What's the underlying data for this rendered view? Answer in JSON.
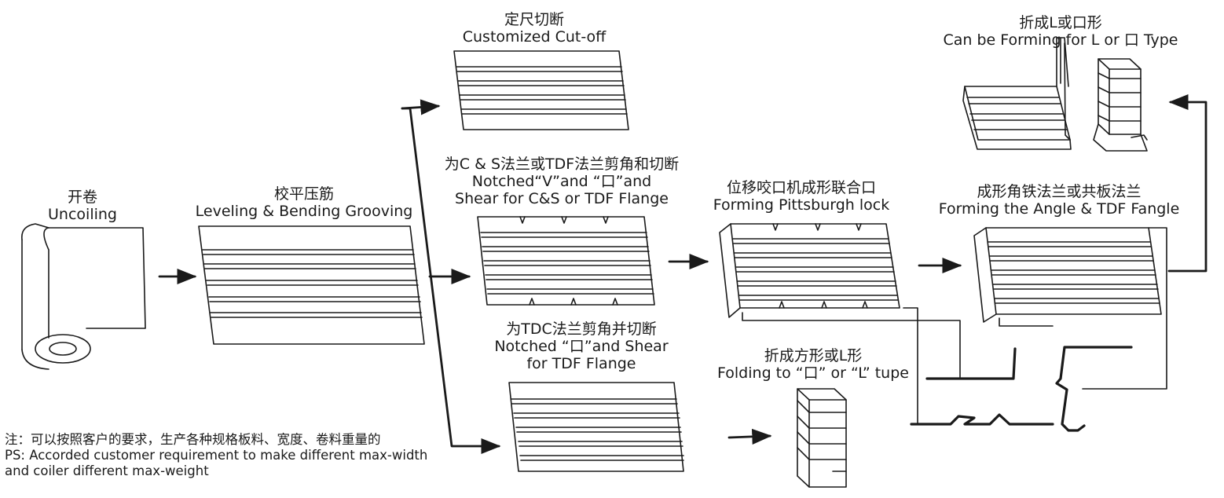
{
  "stages": {
    "uncoiling": {
      "cn": "开卷",
      "en": "Uncoiling"
    },
    "leveling": {
      "cn": "校平压筋",
      "en": "Leveling & Bending Grooving"
    },
    "cutoff": {
      "cn": "定尺切断",
      "en": "Customized Cut-off"
    },
    "notch_cs": {
      "cn": "为C & S法兰或TDF法兰剪角和切断",
      "en1": "Notched“V”and “口”and",
      "en2": "Shear for C&S or TDF Flange"
    },
    "notch_tdc": {
      "cn": "为TDC法兰剪角并切断",
      "en1": "Notched “口”and Shear",
      "en2": "for TDF Flange"
    },
    "pittsburgh": {
      "cn": "位移咬口机成形联合口",
      "en": "Forming Pittsburgh lock"
    },
    "folding": {
      "cn": "折成方形或L形",
      "en": "Folding to “口” or “L” tupe"
    },
    "angle": {
      "cn": "成形角铁法兰或共板法兰",
      "en": "Forming the Angle & TDF Fangle"
    },
    "forming_l": {
      "cn": "折成L或口形",
      "en": "Can be Forming for L or 口 Type"
    }
  },
  "note": {
    "cn": "注：可以按照客户的要求，生产各种规格板料、宽度、卷料重量的",
    "en1": "PS: Accorded customer requirement to make different max-width",
    "en2": "and coiler different max-weight"
  },
  "colors": {
    "line": "#1a1a1a",
    "paper": "#ffffff"
  }
}
